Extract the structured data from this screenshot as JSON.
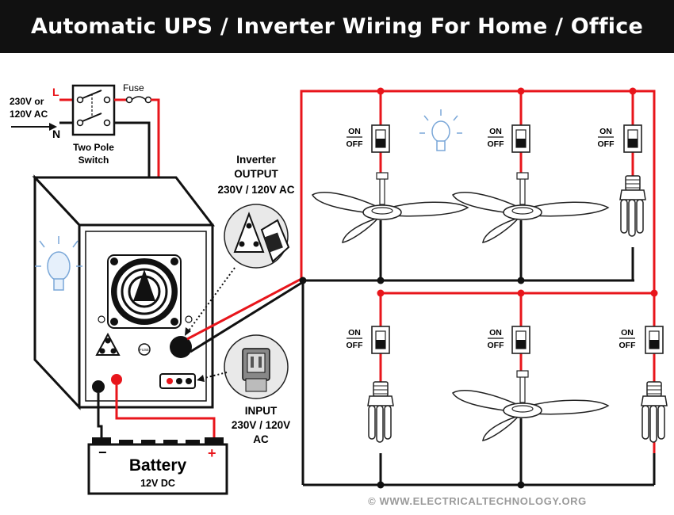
{
  "header": {
    "title": "Automatic UPS / Inverter Wiring For Home / Office"
  },
  "supply": {
    "voltage_line1": "230V or",
    "voltage_line2": "120V AC",
    "line_label": "L",
    "neutral_label": "N"
  },
  "fuse": {
    "label": "Fuse"
  },
  "switch": {
    "line1": "Two Pole",
    "line2": "Switch"
  },
  "inverter_output": {
    "line1": "Inverter",
    "line2": "OUTPUT",
    "line3": "230V / 120V AC"
  },
  "inverter_input": {
    "line1": "INPUT",
    "line2": "230V / 120V",
    "line3": "AC"
  },
  "inverter_panel": {
    "fuse_label": "FUSE"
  },
  "battery": {
    "label": "Battery",
    "voltage": "12V DC",
    "minus": "−",
    "plus": "+"
  },
  "wall_switch": {
    "on": "ON",
    "off": "OFF"
  },
  "footer": {
    "copyright": "© WWW.ELECTRICALTECHNOLOGY.ORG"
  },
  "colors": {
    "live": "#e8151b",
    "neutral": "#111111",
    "header_bg": "#111111"
  }
}
